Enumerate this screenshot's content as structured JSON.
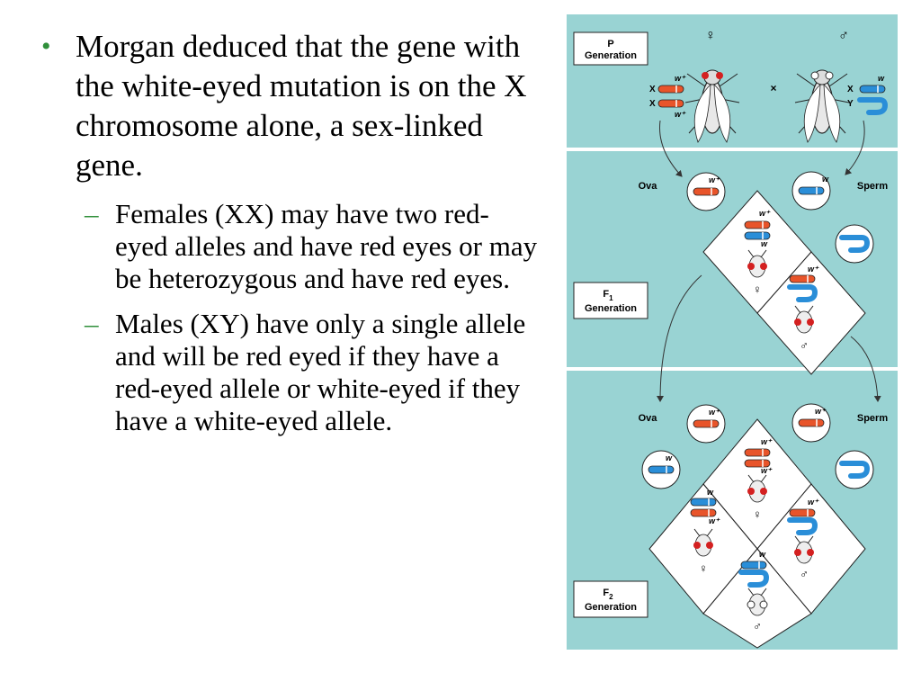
{
  "bullet": {
    "symbol": "•",
    "text": "Morgan deduced that the gene with the white-eyed mutation is on the X chromosome alone, a sex-linked gene."
  },
  "subpoints": [
    {
      "symbol": "–",
      "text": "Females (XX) may have two red-eyed alleles and have red eyes or may be heterozygous and have red eyes."
    },
    {
      "symbol": "–",
      "text": "Males (XY) have only a single allele and will be red eyed if they have a red-eyed allele or white-eyed if they have a white-eyed allele."
    }
  ],
  "figure": {
    "p_label": {
      "line1": "P",
      "line2": "Generation"
    },
    "f1_label": {
      "line1": "F",
      "sub": "1",
      "line2": "Generation"
    },
    "f2_label": {
      "line1": "F",
      "sub": "2",
      "line2": "Generation"
    },
    "female_symbol": "♀",
    "male_symbol": "♂",
    "cross": "×",
    "x": "X",
    "y": "Y",
    "wplus": "w⁺",
    "w": "w",
    "ova": "Ova",
    "sperm": "Sperm"
  },
  "colors": {
    "panel": "#99d3d3",
    "red_chrom": "#e8542a",
    "blue_chrom": "#2a8ed8",
    "eye_red": "#d42020",
    "accent": "#2f8f3a"
  }
}
